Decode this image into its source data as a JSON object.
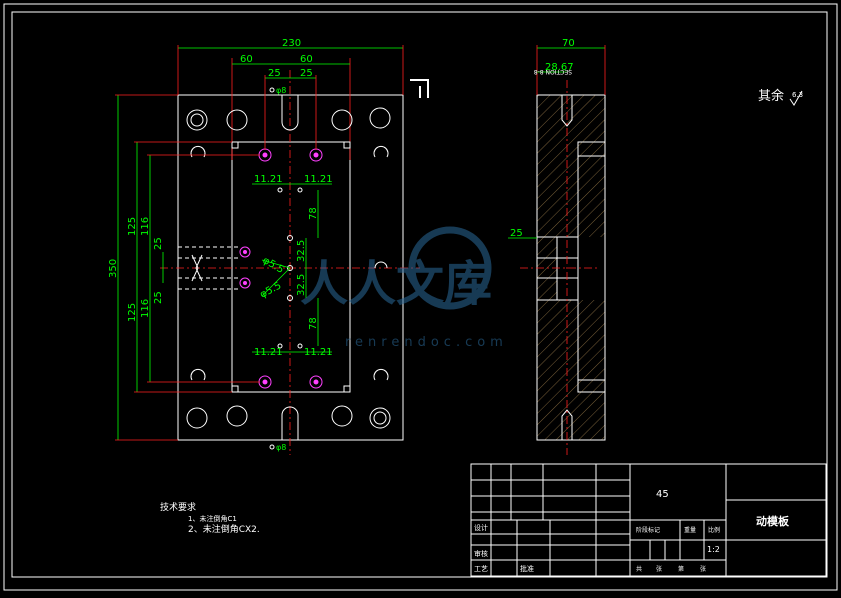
{
  "dims": {
    "d230": "230",
    "d60a": "60",
    "d60b": "60",
    "d25a": "25",
    "d25b": "25",
    "d70": "70",
    "d2867": "28.67",
    "d25side": "25",
    "d350": "350",
    "d125a": "125",
    "d116a": "116",
    "d25v1": "25",
    "d125b": "125",
    "d116b": "116",
    "d25v2": "25",
    "d1121a": "11.21",
    "d1121b": "11.21",
    "d1121c": "11.21",
    "d1121d": "11.21",
    "d78a": "78",
    "d78b": "78",
    "d325a": "32.5",
    "d325b": "32.5",
    "dphi55a": "φ5.5",
    "dphi55b": "φ5.5",
    "dphi8a": "φ8",
    "dphi8b": "φ8"
  },
  "section_label": "SECTION 8-8",
  "roughness": {
    "label": "其余",
    "value": "6.3"
  },
  "tech_req": {
    "title": "技术要求",
    "item1": "1、未注倒角C1",
    "item2": "2、未注倒角CX2."
  },
  "title_block": {
    "material": "45",
    "part_name": "动模板",
    "designer": "设计",
    "checker": "审核",
    "process": "工艺",
    "approve": "批准",
    "stage_mark": "阶段标记",
    "weight": "重量",
    "scale": "比例",
    "scale_value": "1:2",
    "total": "共",
    "sheet_word": "张",
    "nth": "第",
    "sheet_word2": "张"
  },
  "watermark": {
    "text": "人人文库",
    "url": "renrendoc.com"
  },
  "colors": {
    "outline": "#ffffff",
    "dims": "#00ff00",
    "centerline": "#ff2020",
    "frame": "#ffff00"
  }
}
